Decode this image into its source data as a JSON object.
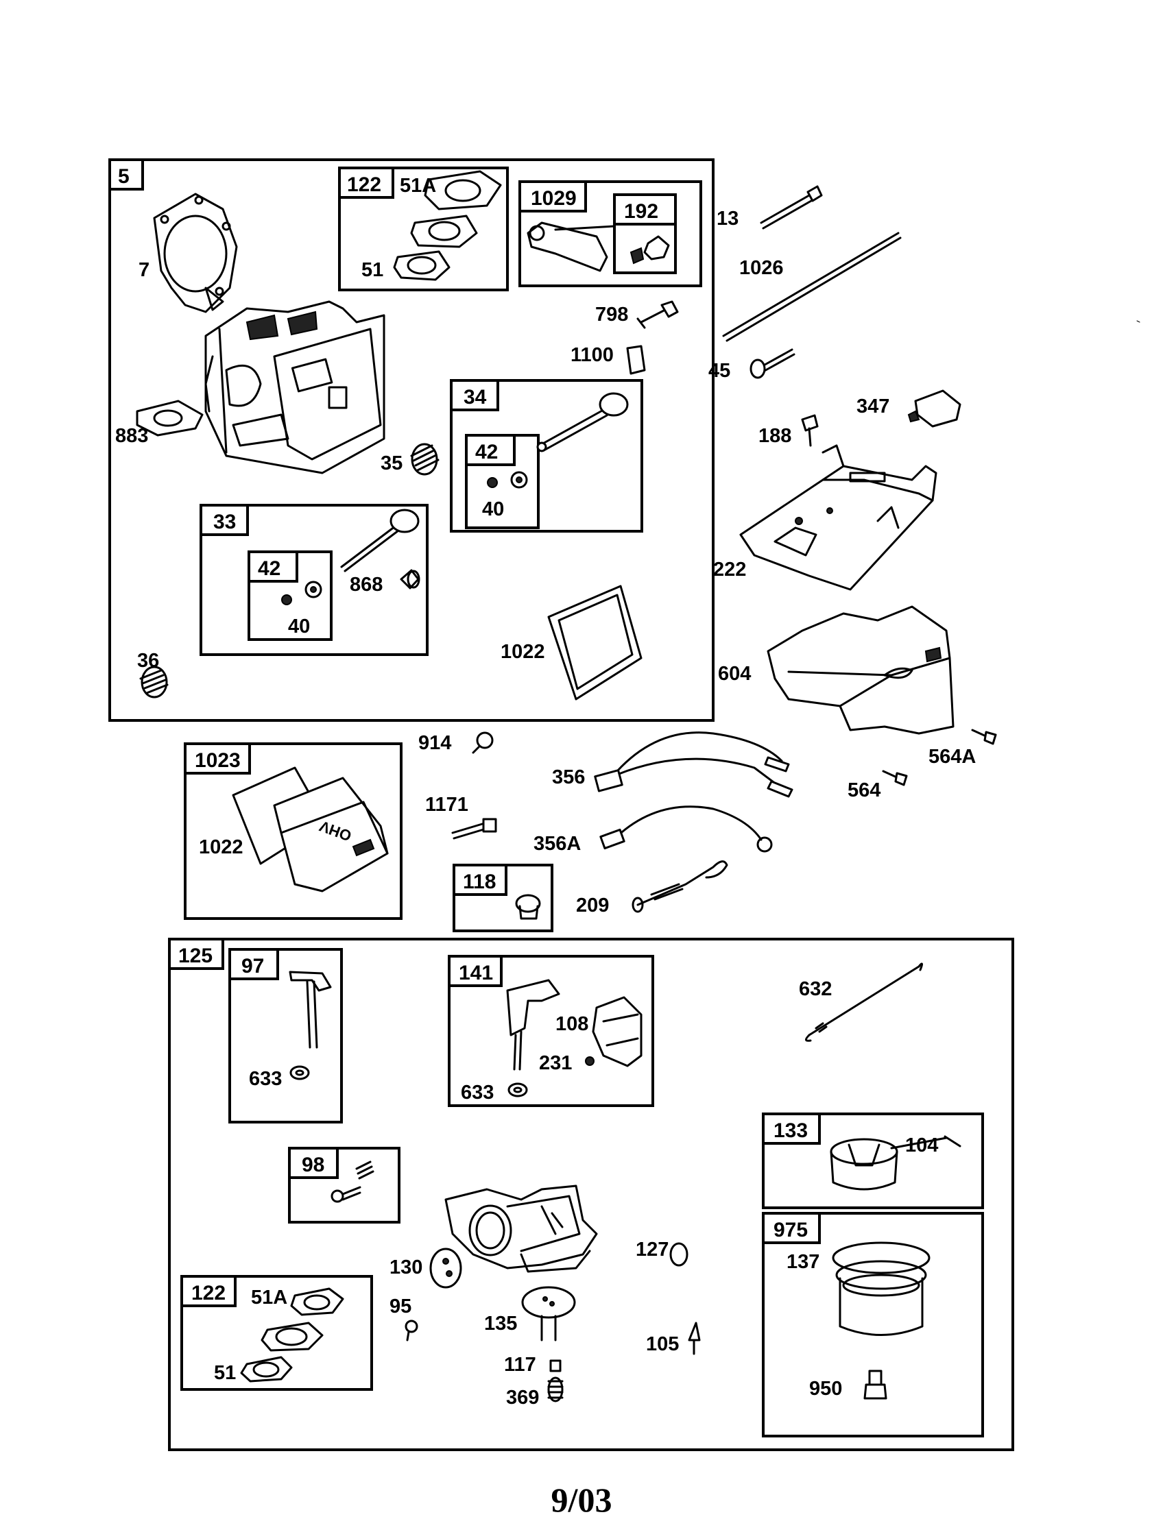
{
  "footer": {
    "date": "9/03"
  },
  "groups": {
    "g5": "5",
    "g122a": "122",
    "g1029": "1029",
    "g192": "192",
    "g34": "34",
    "g42a": "42",
    "g33": "33",
    "g42b": "42",
    "g1023": "1023",
    "g118": "118",
    "g125": "125",
    "g97": "97",
    "g141": "141",
    "g133": "133",
    "g98": "98",
    "g975": "975",
    "g122b": "122"
  },
  "labels": {
    "p7": "7",
    "p51A_a": "51A",
    "p51_a": "51",
    "p13": "13",
    "p1026": "1026",
    "p798": "798",
    "p1100": "1100",
    "p45": "45",
    "p883": "883",
    "p35": "35",
    "p40a": "40",
    "p40b": "40",
    "p868": "868",
    "p347": "347",
    "p188": "188",
    "p222": "222",
    "p36": "36",
    "p1022a": "1022",
    "p604": "604",
    "p914": "914",
    "p356": "356",
    "p564A": "564A",
    "p564": "564",
    "p1171": "1171",
    "p1022b": "1022",
    "p356A": "356A",
    "p209": "209",
    "p632": "632",
    "p108": "108",
    "p633a": "633",
    "p231": "231",
    "p633b": "633",
    "p104": "104",
    "p127": "127",
    "p137": "137",
    "p130": "130",
    "p51A_b": "51A",
    "p95": "95",
    "p135": "135",
    "p105": "105",
    "p117": "117",
    "p51_b": "51",
    "p369": "369",
    "p950": "950"
  },
  "badges": {
    "ohv": "OHV"
  }
}
